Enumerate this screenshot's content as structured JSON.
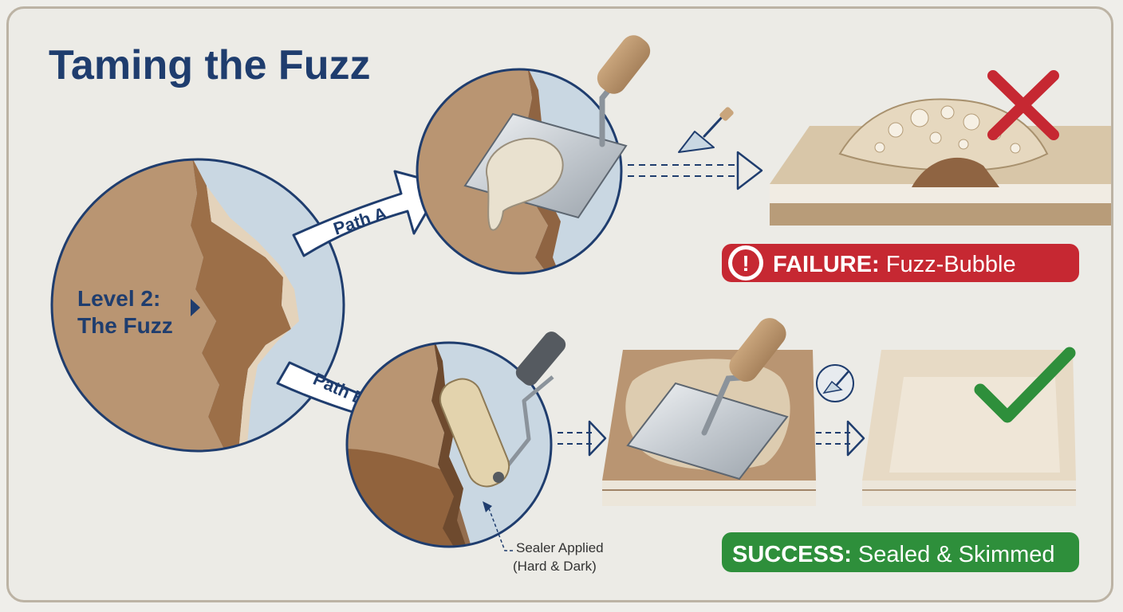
{
  "title": "Taming the Fuzz",
  "start": {
    "line1": "Level 2:",
    "line2": "The Fuzz"
  },
  "path_a": {
    "label": "Path A"
  },
  "path_b": {
    "label": "Path B"
  },
  "annotation": {
    "line1": "Sealer Applied",
    "line2": "(Hard & Dark)"
  },
  "failure": {
    "strong": "FAILURE:",
    "text": "Fuzz-Bubble",
    "color": "#c62832"
  },
  "success": {
    "strong": "SUCCESS:",
    "text": "Sealed & Skimmed",
    "color": "#2e8f3b"
  },
  "colors": {
    "navy": "#1f3d6e",
    "cardboard": "#b99572",
    "paper_blue": "#c9d7e2",
    "background": "#ecebe6",
    "frame": "#bcb3a4"
  },
  "icons": [
    "trowel-icon",
    "paint-roller-icon",
    "cross-mark-icon",
    "check-mark-icon",
    "exclamation-icon",
    "dashed-arrow-icon"
  ]
}
